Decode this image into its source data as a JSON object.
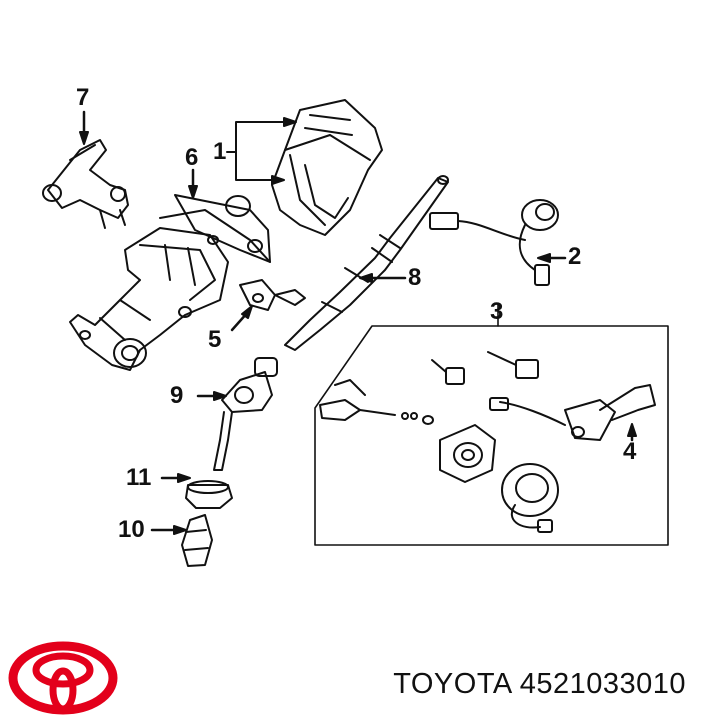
{
  "callouts": {
    "c1": "1",
    "c2": "2",
    "c3": "3",
    "c4": "4",
    "c5": "5",
    "c6": "6",
    "c7": "7",
    "c8": "8",
    "c9": "9",
    "c10": "10",
    "c11": "11"
  },
  "caption": {
    "brand": "TOYOTA",
    "part_number": "4521033010"
  },
  "colors": {
    "line": "#111111",
    "brand_red": "#e3001b"
  }
}
